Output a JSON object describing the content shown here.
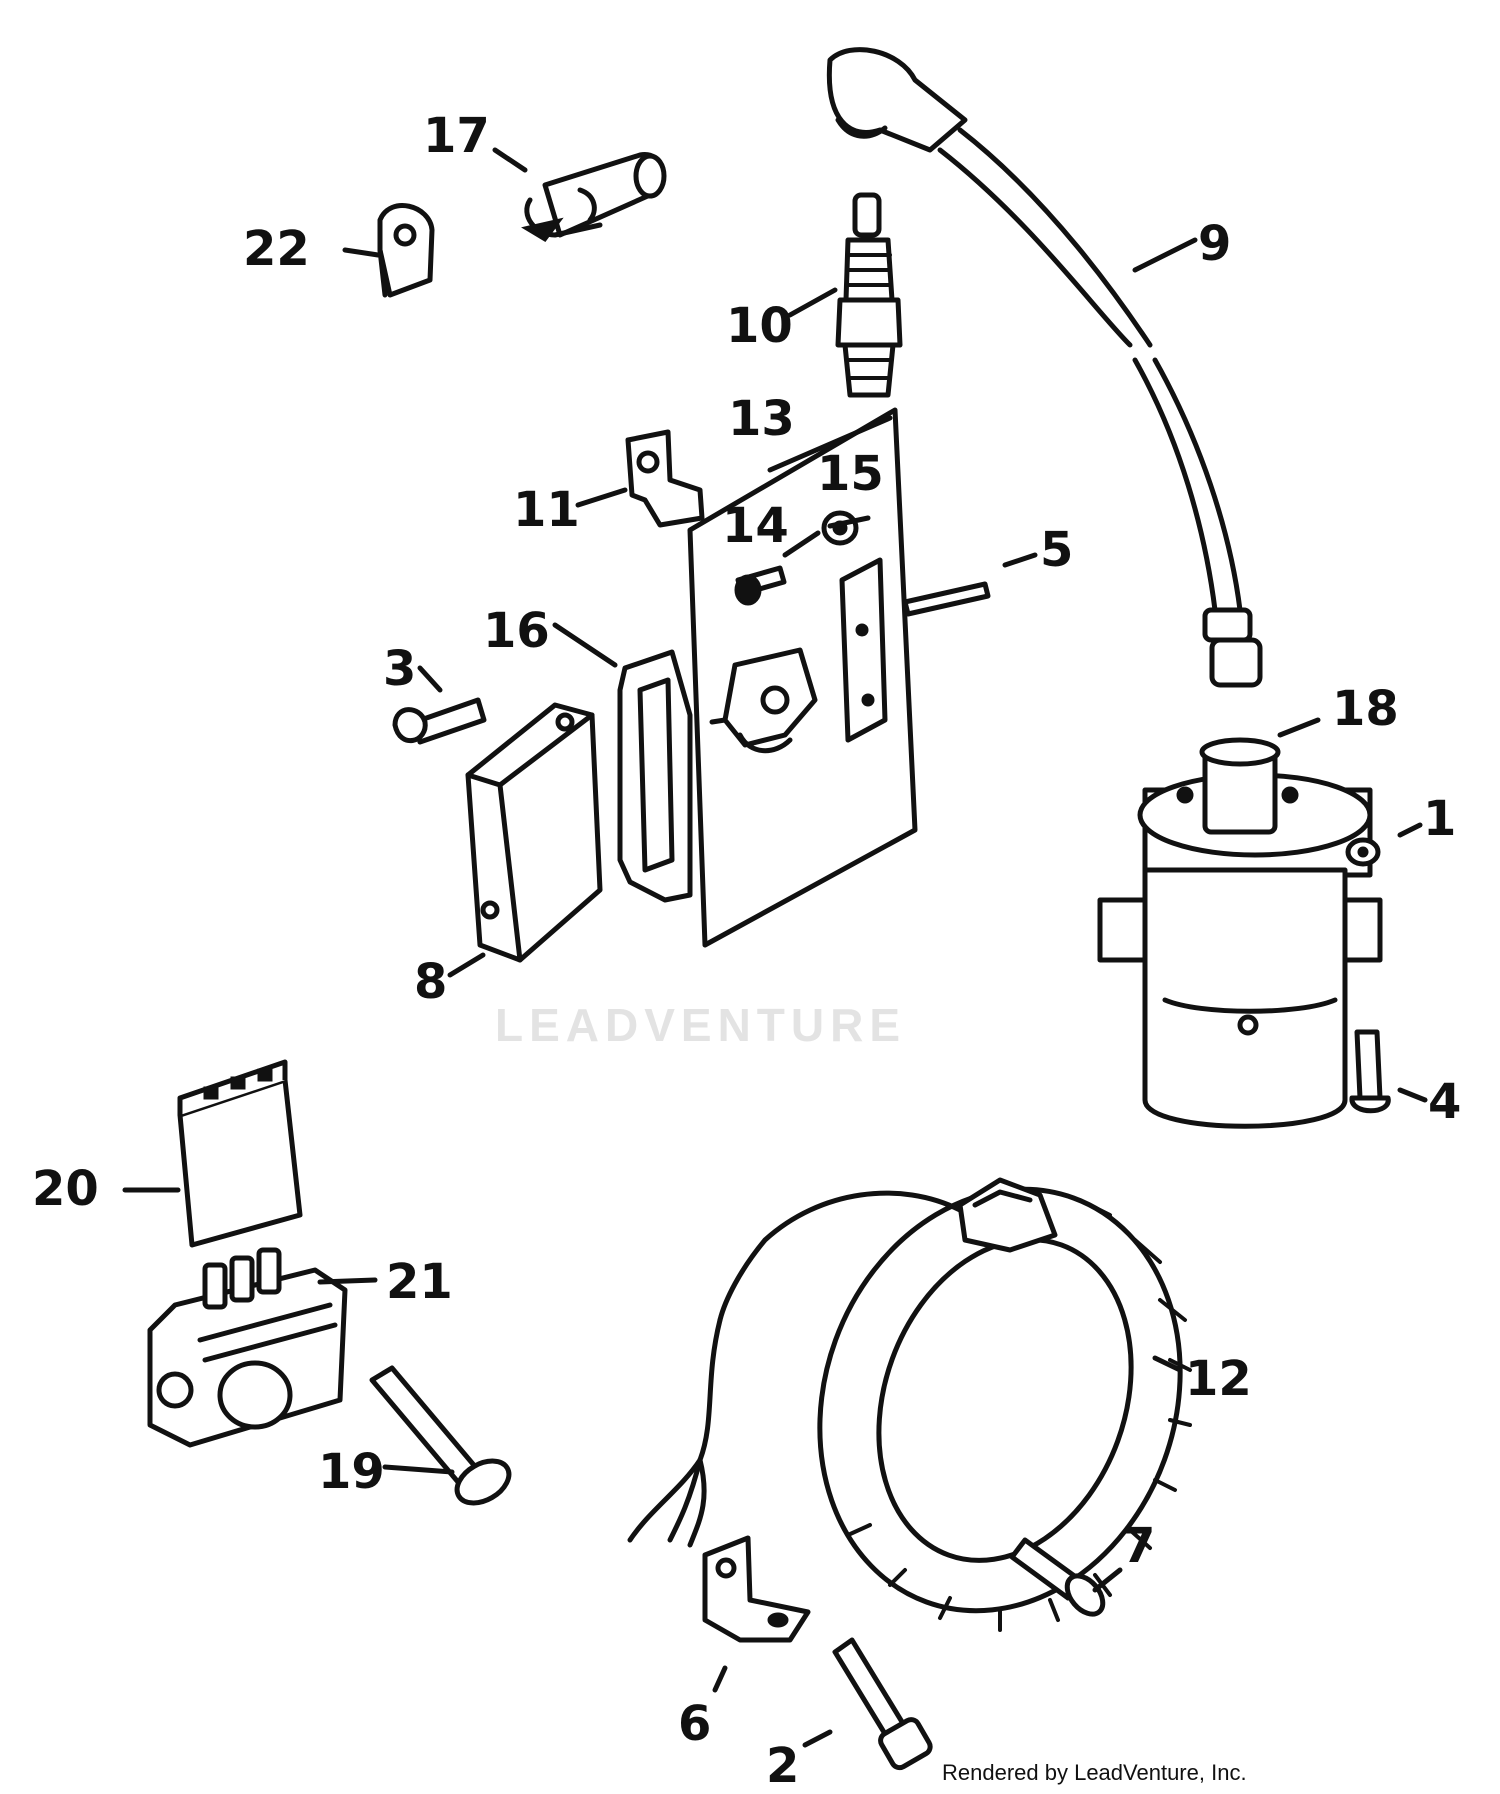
{
  "callouts": [
    {
      "id": "1",
      "text": "1"
    },
    {
      "id": "2",
      "text": "2"
    },
    {
      "id": "3",
      "text": "3"
    },
    {
      "id": "4",
      "text": "4"
    },
    {
      "id": "5",
      "text": "5"
    },
    {
      "id": "6",
      "text": "6"
    },
    {
      "id": "7",
      "text": "7"
    },
    {
      "id": "8",
      "text": "8"
    },
    {
      "id": "9",
      "text": "9"
    },
    {
      "id": "10",
      "text": "10"
    },
    {
      "id": "11",
      "text": "11"
    },
    {
      "id": "12",
      "text": "12"
    },
    {
      "id": "13",
      "text": "13"
    },
    {
      "id": "14",
      "text": "14"
    },
    {
      "id": "15",
      "text": "15"
    },
    {
      "id": "16",
      "text": "16"
    },
    {
      "id": "17",
      "text": "17"
    },
    {
      "id": "18",
      "text": "18"
    },
    {
      "id": "19",
      "text": "19"
    },
    {
      "id": "20",
      "text": "20"
    },
    {
      "id": "21",
      "text": "21"
    },
    {
      "id": "22",
      "text": "22"
    }
  ],
  "watermark": "LEADVENTURE",
  "credit": "Rendered by LeadVenture, Inc."
}
